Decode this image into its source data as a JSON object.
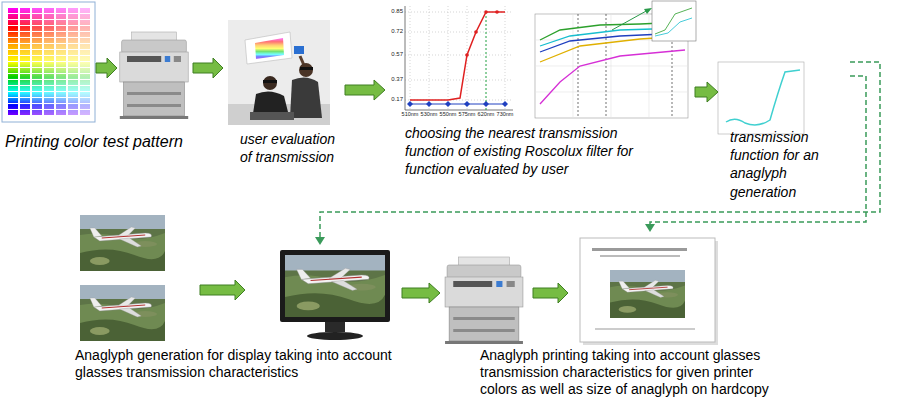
{
  "diagram": {
    "nodes": [
      {
        "text": [
          "Printing color test pattern"
        ]
      },
      {
        "text": [
          "user evaluation of transmission"
        ]
      },
      {
        "text": [
          "choosing the nearest transmission function of existing Roscolux filter for function evaluated by user"
        ]
      },
      {
        "text": [
          "transmission function for an anaglyph generation"
        ]
      },
      {
        "text": [
          "Anaglyph generation for display taking into account glasses transmission characteristics"
        ]
      },
      {
        "text": [
          "Anaglyph printing taking into account glasses transmission characteristics for given printer colors as well as size of anaglyph on hardcopy"
        ]
      }
    ],
    "edges": [
      {
        "from": 1,
        "to": 2,
        "arrow": "to"
      },
      {
        "from": 2,
        "to": 3,
        "arrow": "to"
      },
      {
        "from": 3,
        "to": 4,
        "arrow": "to"
      },
      {
        "from": 3,
        "to": 5,
        "arrow": "to"
      },
      {
        "from": 4,
        "to": 5,
        "arrow": "to"
      }
    ],
    "labels": [
      "0.85",
      "0.72",
      "0.57",
      "0.37",
      "0.17",
      "510nm",
      "530nm",
      "550nm",
      "575nm",
      "620nm",
      "730nm"
    ]
  }
}
